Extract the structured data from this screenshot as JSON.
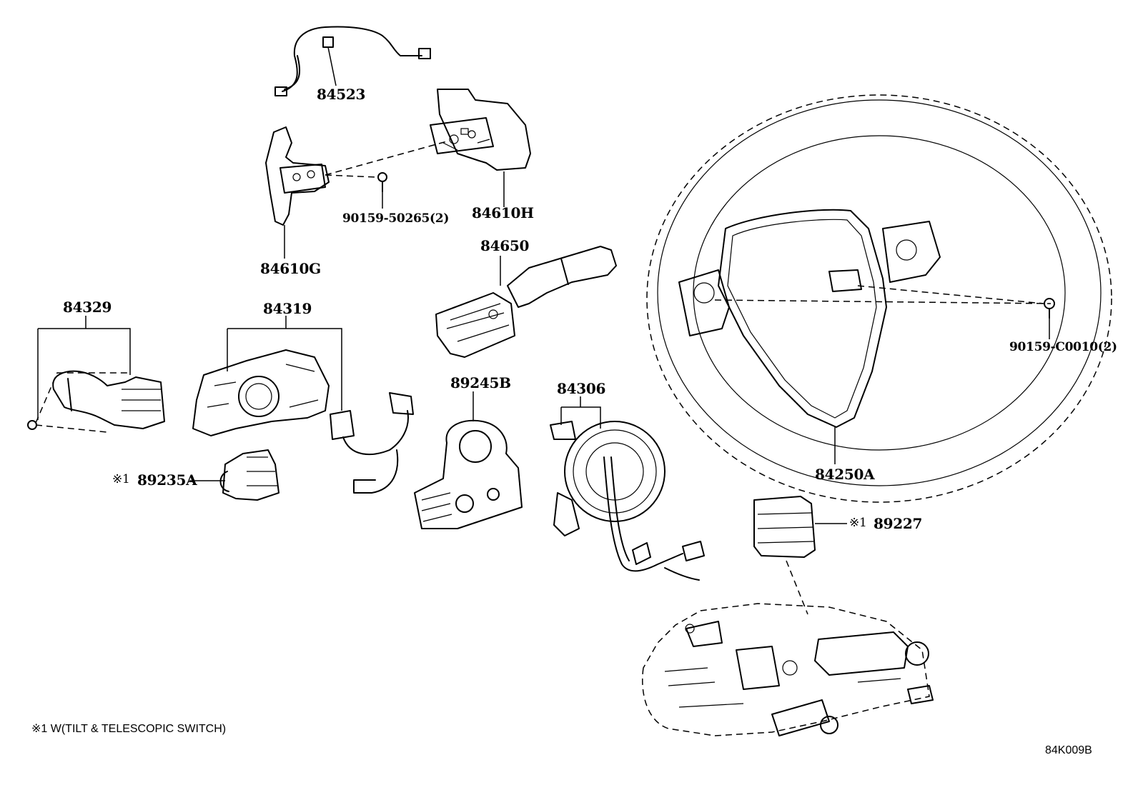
{
  "diagram": {
    "parts": [
      {
        "id": "84523",
        "label": "84523"
      },
      {
        "id": "84610H",
        "label": "84610H"
      },
      {
        "id": "84610G",
        "label": "84610G"
      },
      {
        "id": "90159-50265",
        "label": "90159-50265(2)"
      },
      {
        "id": "84650",
        "label": "84650"
      },
      {
        "id": "84329",
        "label": "84329"
      },
      {
        "id": "84319",
        "label": "84319"
      },
      {
        "id": "89245B",
        "label": "89245B"
      },
      {
        "id": "84306",
        "label": "84306"
      },
      {
        "id": "89235A",
        "label": "89235A"
      },
      {
        "id": "89227",
        "label": "89227"
      },
      {
        "id": "84250A",
        "label": "84250A"
      },
      {
        "id": "90159-C0010",
        "label": "90159-C0010(2)"
      }
    ],
    "note_mark": "※1",
    "footnote": "※1 W(TILT & TELESCOPIC SWITCH)",
    "diagram_code": "84K009B"
  }
}
